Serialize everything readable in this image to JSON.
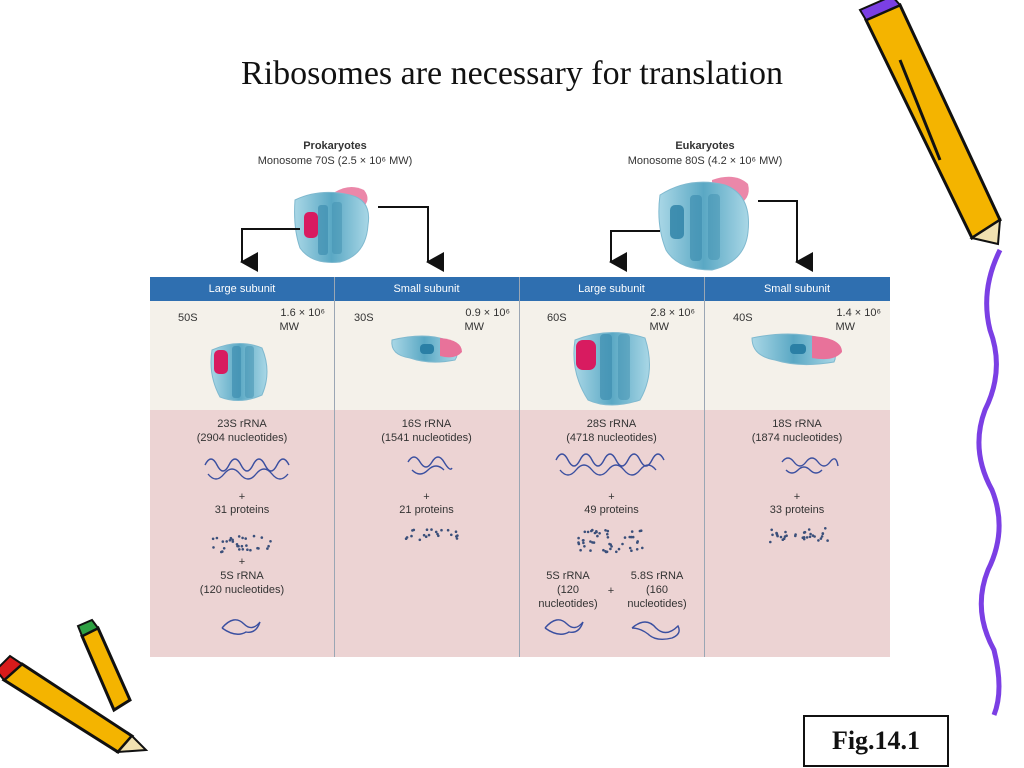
{
  "title": "Ribosomes are necessary for translation",
  "fig_label": "Fig.14.1",
  "prokaryotes": {
    "heading": "Prokaryotes",
    "monosome": "Monosome 70S (2.5 × 10⁶ MW)",
    "large": {
      "header": "Large subunit",
      "svedberg": "50S",
      "mw_value": "1.6 × 10⁶",
      "mw_unit": "MW",
      "rrna": "23S rRNA",
      "rrna_nt": "(2904 nucleotides)",
      "plus1": "+",
      "proteins": "31 proteins",
      "plus2": "+",
      "rrna2": "5S rRNA",
      "rrna2_nt": "(120 nucleotides)"
    },
    "small": {
      "header": "Small subunit",
      "svedberg": "30S",
      "mw_value": "0.9 × 10⁶",
      "mw_unit": "MW",
      "rrna": "16S rRNA",
      "rrna_nt": "(1541 nucleotides)",
      "plus1": "+",
      "proteins": "21 proteins"
    }
  },
  "eukaryotes": {
    "heading": "Eukaryotes",
    "monosome": "Monosome 80S (4.2 × 10⁶ MW)",
    "large": {
      "header": "Large subunit",
      "svedberg": "60S",
      "mw_value": "2.8 × 10⁶",
      "mw_unit": "MW",
      "rrna": "28S rRNA",
      "rrna_nt": "(4718 nucleotides)",
      "plus1": "+",
      "proteins": "49 proteins",
      "rrna_a": "5S rRNA",
      "rrna_a_nt1": "(120",
      "rrna_a_nt2": "nucleotides)",
      "plus_mid": "+",
      "rrna_b": "5.8S rRNA",
      "rrna_b_nt1": "(160",
      "rrna_b_nt2": "nucleotides)"
    },
    "small": {
      "header": "Small subunit",
      "svedberg": "40S",
      "mw_value": "1.4 × 10⁶",
      "mw_unit": "MW",
      "rrna": "18S rRNA",
      "rrna_nt": "(1874 nucleotides)",
      "plus1": "+",
      "proteins": "33 proteins"
    }
  },
  "colors": {
    "header_band": "#2f6fb0",
    "upper_bg": "#f4f1ea",
    "lower_bg": "#ecd3d3",
    "ribosome_teal": "#5aa8c4",
    "ribosome_light": "#a9d7e6",
    "ribosome_pink": "#e8729a",
    "ribosome_magenta": "#d81b60",
    "rna_line": "#3a4fa0",
    "pencil_yellow": "#f4b400",
    "pencil_purple": "#7b3fe4"
  }
}
